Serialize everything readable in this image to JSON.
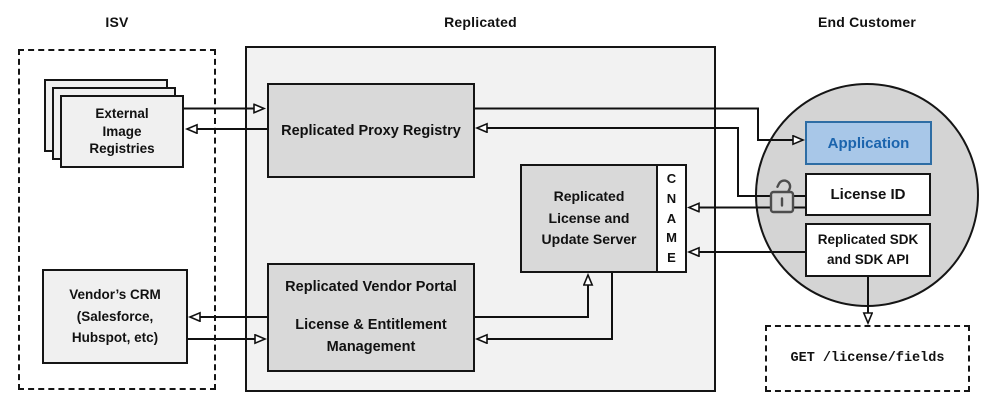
{
  "sections": {
    "isv": {
      "label": "ISV"
    },
    "replicated": {
      "label": "Replicated"
    },
    "end_customer": {
      "label": "End Customer"
    }
  },
  "nodes": {
    "external_image_registries": {
      "lines": [
        "External",
        "Image",
        "Registries"
      ]
    },
    "vendors_crm": {
      "lines": [
        "Vendor’s CRM",
        "(Salesforce,",
        "Hubspot, etc)"
      ]
    },
    "replicated_proxy_registry": {
      "label": "Replicated Proxy Registry"
    },
    "replicated_license_update_server": {
      "lines": [
        "Replicated",
        "License and",
        "Update Server"
      ]
    },
    "cname": {
      "label": "CNAME",
      "letters": [
        "C",
        "N",
        "A",
        "M",
        "E"
      ]
    },
    "replicated_vendor_portal": {
      "title": "Replicated Vendor Portal",
      "subtitle_lines": [
        "License & Entitlement",
        "Management"
      ]
    },
    "application": {
      "label": "Application"
    },
    "license_id": {
      "label": "License ID"
    },
    "replicated_sdk": {
      "lines": [
        "Replicated SDK",
        "and SDK API"
      ]
    },
    "get_license_fields": {
      "label": "GET /license/fields"
    }
  },
  "icons": {
    "lock": "open-padlock"
  },
  "edges": [
    {
      "from": "external_image_registries",
      "to": "replicated_proxy_registry"
    },
    {
      "from": "replicated_proxy_registry",
      "to": "external_image_registries"
    },
    {
      "from": "replicated_proxy_registry",
      "to": "application"
    },
    {
      "from": "license_id",
      "to": "replicated_proxy_registry"
    },
    {
      "from": "license_id",
      "to": "cname"
    },
    {
      "from": "replicated_sdk",
      "to": "cname"
    },
    {
      "from": "replicated_sdk",
      "to": "get_license_fields"
    },
    {
      "from": "replicated_vendor_portal",
      "to": "replicated_license_update_server"
    },
    {
      "from": "replicated_license_update_server",
      "to": "replicated_vendor_portal"
    },
    {
      "from": "replicated_vendor_portal",
      "to": "vendors_crm"
    },
    {
      "from": "vendors_crm",
      "to": "replicated_vendor_portal"
    }
  ],
  "colors": {
    "line": "#111111",
    "container_fill": "#f2f2f2",
    "node_fill": "#d9d9d9",
    "light_node_fill": "#f0f0f0",
    "circle_fill": "#d4d4d4",
    "application_fill": "#a8c7e8",
    "application_border": "#2e6da4",
    "application_text": "#1b64ad",
    "lock_stroke": "#4d4d4d"
  }
}
